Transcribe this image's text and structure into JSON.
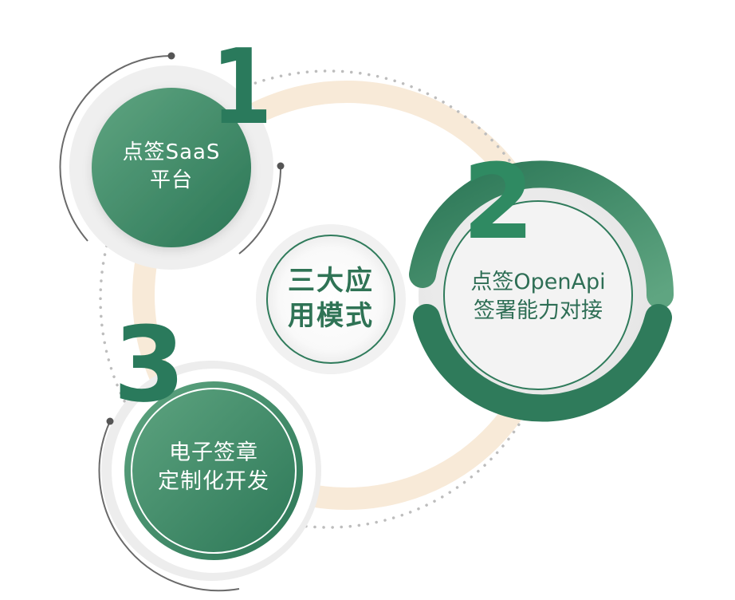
{
  "center": {
    "line1": "三大应",
    "line2": "用模式"
  },
  "nodes": [
    {
      "number": "1",
      "line1": "点签SaaS",
      "line2": "平台"
    },
    {
      "number": "2",
      "line1": "点签OpenApi",
      "line2": "签署能力对接"
    },
    {
      "number": "3",
      "line1": "电子签章",
      "line2": "定制化开发"
    }
  ],
  "colors": {
    "green_dark": "#2e7a5a",
    "green_light": "#5fa581",
    "ring_beige": "#f8ead8",
    "dot_gray": "#b9b9b9",
    "arc_gray": "#666666"
  }
}
